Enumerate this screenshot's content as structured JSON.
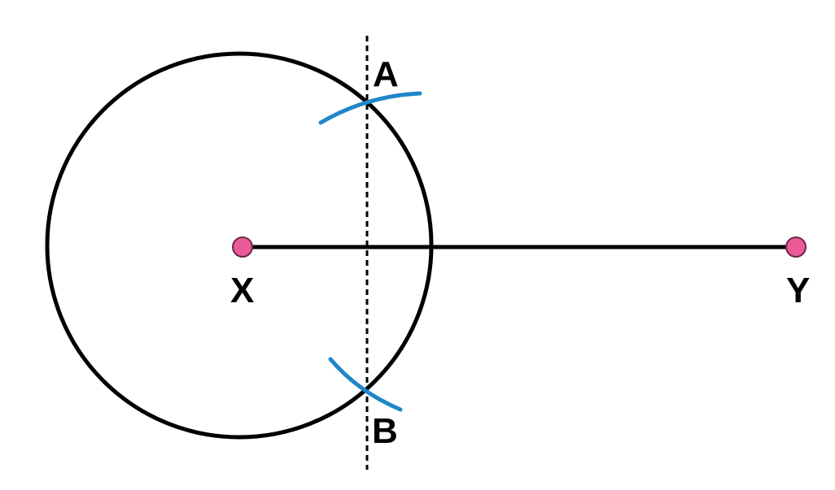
{
  "labels": {
    "point_x": "X",
    "point_y": "Y",
    "point_a": "A",
    "point_b": "B"
  },
  "colors": {
    "stroke": "#000000",
    "arc": "#1f86c8",
    "point_fill": "#ec5a98",
    "point_stroke": "#6b2a48",
    "background": "#ffffff"
  }
}
